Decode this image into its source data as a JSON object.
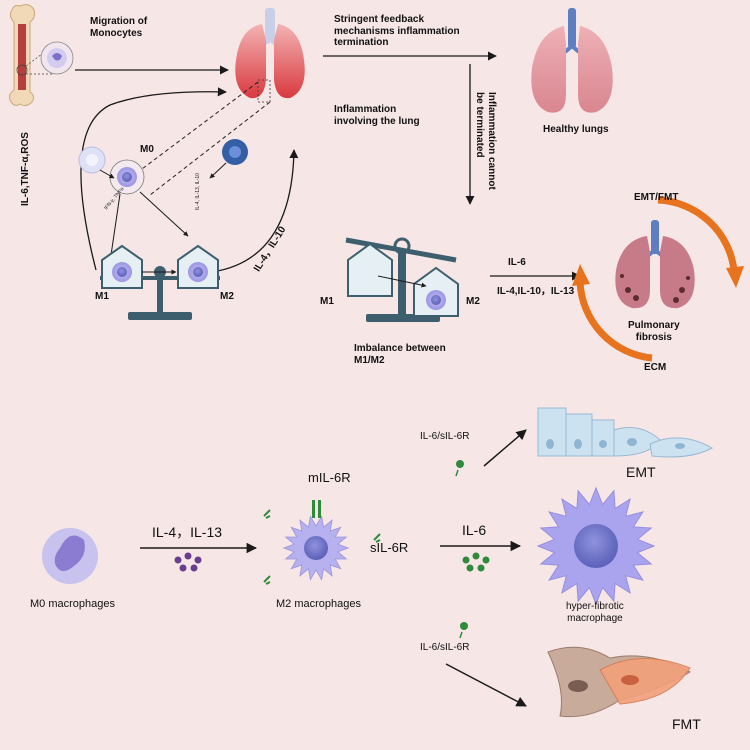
{
  "labels": {
    "migration": "Migration of\nMonocytes",
    "stringent": "Stringent feedback\nmechanisms inflammation\ntermination",
    "inflammation_lung": "Inflammation\ninvolving the lung",
    "healthy_lungs": "Healthy lungs",
    "cannot_terminate": "Inflammation cannot\nbe terminated",
    "il6_tnf_ros": "IL-6,TNF-α,ROS",
    "m0": "M0",
    "ifn_tnf": "IFN-γ, TNFα",
    "il4_il13_small": "IL-4, IL-13, IL-10",
    "il4_il10": "IL-4，IL-10",
    "m1_left": "M1",
    "m2_left": "M2",
    "m1_mid": "M1",
    "m2_mid": "M2",
    "imbalance": "Imbalance between\nM1/M2",
    "il6_top": "IL-6",
    "il4_il10_il13": "IL-4,IL-10，IL-13",
    "emt_fmt": "EMT/FMT",
    "pulmonary_fibrosis": "Pulmonary\nfibrosis",
    "ecm": "ECM",
    "il6_sil6r_top": "IL-6/sIL-6R",
    "emt": "EMT",
    "mil6r": "mIL-6R",
    "il4_il13": "IL-4，IL-13",
    "sil6r": "sIL-6R",
    "il6_bottom": "IL-6",
    "m0_macrophages": "M0 macrophages",
    "m2_macrophages": "M2 macrophages",
    "hyper_fibrotic": "hyper-fibrotic\nmacrophage",
    "il6_sil6r_bottom": "IL-6/sIL-6R",
    "fmt": "FMT"
  },
  "colors": {
    "background": "#f6e6e6",
    "arrow": "#1a1a1a",
    "orange_cycle": "#e8731f",
    "lung_red": "#d9515a",
    "lung_pink": "#e59aa1",
    "trachea_blue": "#6b8fcf",
    "macrophage_purple": "#a9a3ea",
    "nucleus_blue": "#6f73c9",
    "scale_teal": "#3d5f6d",
    "purple_dots": "#6b3d8f",
    "green_dots": "#2f8a3b",
    "epithelial_blue": "#cde2f0",
    "fibroblast_tan": "#c8ab9a",
    "fibroblast_orange": "#f2a07a"
  },
  "icons": [
    "bone-marrow-icon",
    "monocyte-icon",
    "inflamed-lungs-icon",
    "healthy-lungs-icon",
    "fibrotic-lungs-icon",
    "balance-scale-icon",
    "macrophage-icon",
    "receptor-icon",
    "cytokine-dot-icon",
    "epithelial-cells-icon",
    "fibroblast-icon"
  ]
}
